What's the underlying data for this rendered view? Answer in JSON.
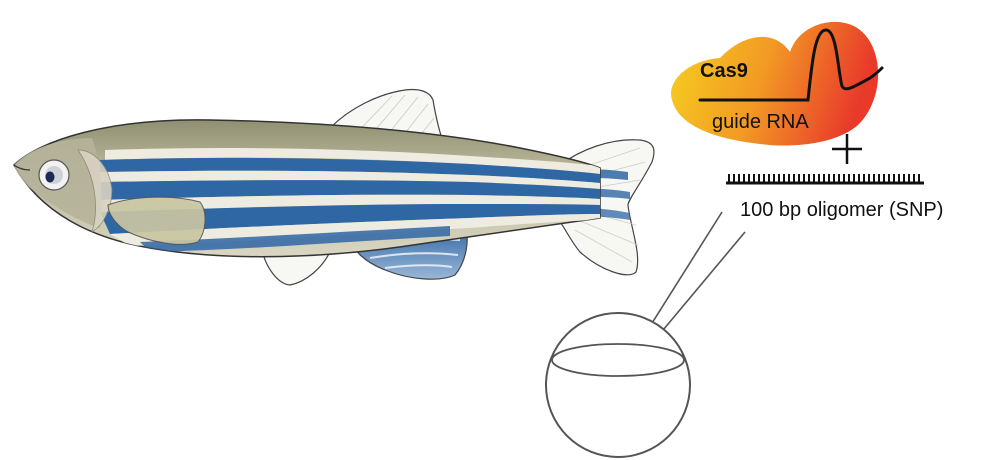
{
  "labels": {
    "cas9": "Cas9",
    "guide_rna": "guide RNA",
    "plus": "+",
    "oligomer": "100 bp oligomer (SNP)"
  },
  "colors": {
    "blob_left": "#f6d21f",
    "blob_mid": "#f29a24",
    "blob_right": "#e8392b",
    "fish_body": "#bdb99a",
    "fish_stripe_blue": "#2f66a4",
    "fish_stripe_light": "#eeece0",
    "outline": "#333333"
  },
  "icons": {
    "fish": "zebrafish-illustration",
    "embryo": "embryo-icon",
    "needle": "injection-needle-icon"
  }
}
